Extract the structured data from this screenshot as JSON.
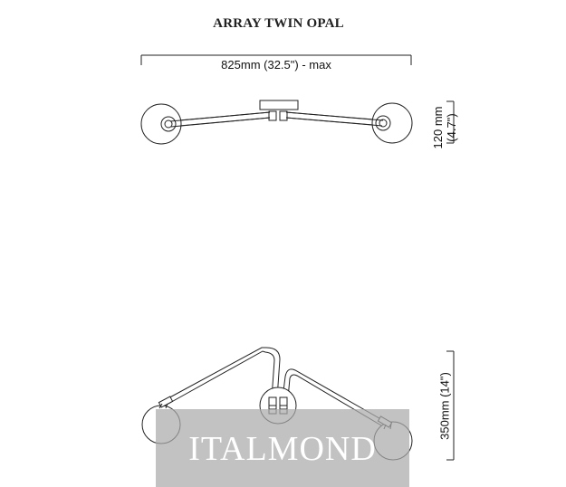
{
  "title": "ARRAY TWIN OPAL",
  "dimensions": {
    "width_label": "825mm (32.5\") - max",
    "height_top_label_mm": "120 mm",
    "height_top_label_in": "(4.7\")",
    "height_bottom_label": "350mm (14\")"
  },
  "watermark": "ITALMOND"
}
